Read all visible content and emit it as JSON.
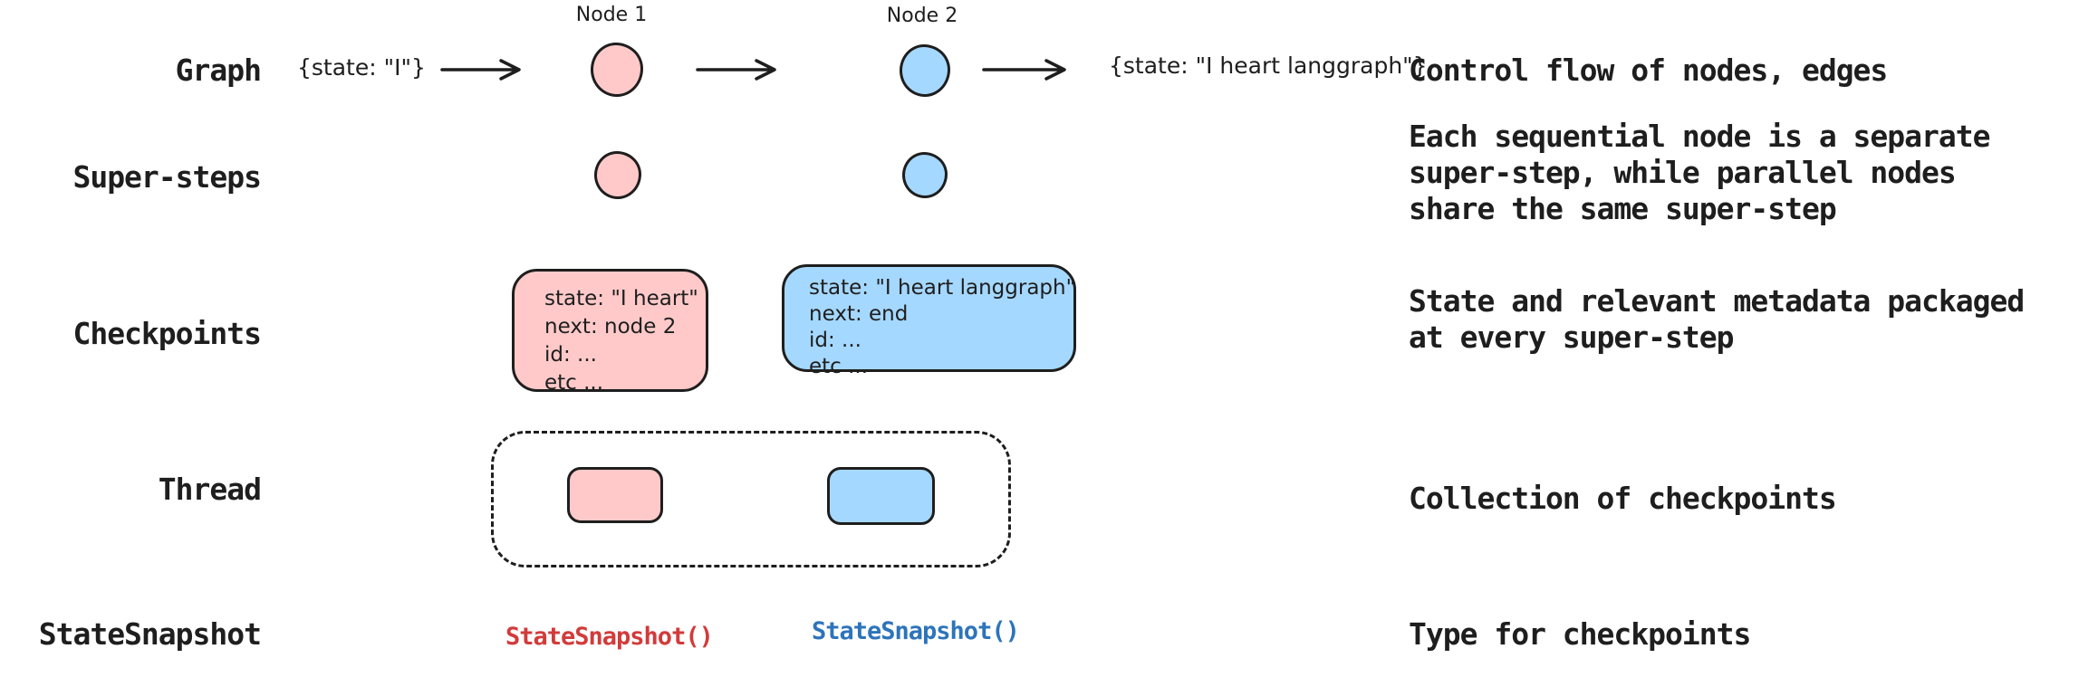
{
  "diagram": {
    "rows": [
      {
        "label": "Graph",
        "desc": [
          "Control flow of nodes, edges"
        ]
      },
      {
        "label": "Super-steps",
        "desc": [
          "Each sequential node is a separate",
          "super-step, while parallel nodes",
          "share the same super-step"
        ]
      },
      {
        "label": "Checkpoints",
        "desc": [
          "State and relevant metadata packaged",
          "at every super-step"
        ]
      },
      {
        "label": "Thread",
        "desc": [
          "Collection of checkpoints"
        ]
      },
      {
        "label": "StateSnapshot",
        "desc": [
          "Type for checkpoints"
        ]
      }
    ],
    "graph_flow": {
      "node1_label": "Node 1",
      "node2_label": "Node 2",
      "input_annotation": "{state: \"I\"}",
      "output_annotation": "{state: \"I heart langgraph\"}"
    },
    "checkpoint_boxes": {
      "node1": [
        "state: \"I heart\"",
        "next: node 2",
        "id: ...",
        "etc ..."
      ],
      "node2": [
        "state: \"I heart langgraph\"",
        "next: end",
        "id: ...",
        "etc ..."
      ]
    },
    "snapshots": {
      "node1": "StateSnapshot()",
      "node2": "StateSnapshot()"
    },
    "colors": {
      "node1_fill": "#ffc9c9",
      "node2_fill": "#a5d8ff",
      "stroke": "#1e1e1e",
      "snapshot_red": "#d23b3b",
      "snapshot_blue": "#2d74ba"
    }
  }
}
